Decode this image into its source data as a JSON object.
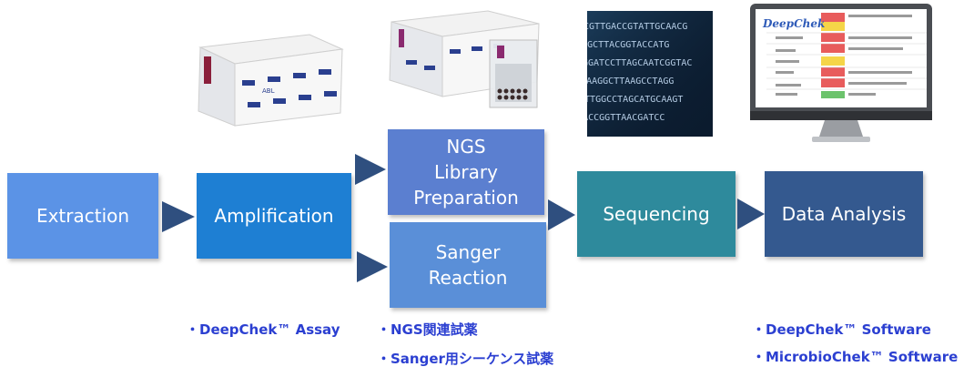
{
  "steps": {
    "extraction": "Extraction",
    "amplification": "Amplification",
    "ngs_line1": "NGS",
    "ngs_line2": "Library",
    "ngs_line3": "Preparation",
    "sanger_line1": "Sanger",
    "sanger_line2": "Reaction",
    "sequencing": "Sequencing",
    "data_analysis": "Data Analysis"
  },
  "captions": {
    "assay": "・DeepChek™ Assay",
    "ngs_reagent": "・NGS関連試薬",
    "sanger_reagent": "・Sanger用シーケンス試薬",
    "software1": "・DeepChek™ Software",
    "software2": "・MicrobioChek™ Software"
  },
  "images": {
    "kit_box_label": "ABL",
    "dna_sequence_rows": [
      "ACGTTGACCGTATTGCAACG",
      "TGCAAGCTTACGGTACCATG",
      "GGATCCTTAGCAATCGGTAC",
      "CCGTAAGGCTTAAGCCTAGG",
      "AATTGGCCTAGCATGCAAGT",
      "CGATTACCGGTTAACGATCC"
    ],
    "monitor_logo": "DeepChek"
  },
  "colors": {
    "extraction": "#5b93e6",
    "amplification": "#1e7fd3",
    "ngs": "#5b7fd0",
    "sanger": "#5a8fd8",
    "sequencing": "#2e8a9c",
    "data_analysis": "#34598f",
    "arrow": "#2f4f7f",
    "caption_text": "#2b3fd1"
  }
}
